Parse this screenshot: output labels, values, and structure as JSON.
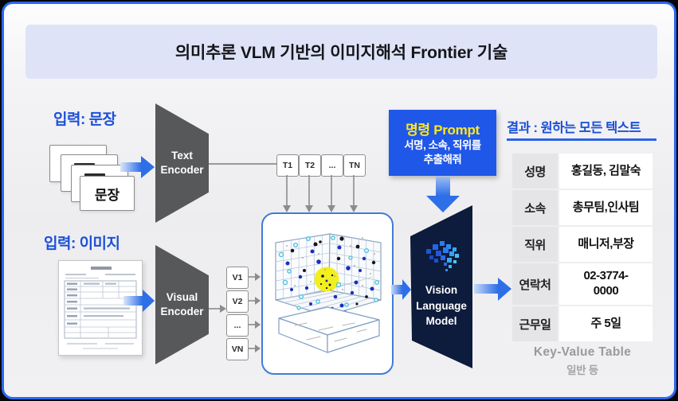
{
  "title": "의미추론 VLM 기반의 이미지해석 Frontier 기술",
  "text_branch": {
    "label": "입력: 문장",
    "card_label": "문장",
    "encoder": "Text Encoder",
    "tokens": [
      "T1",
      "T2",
      "...",
      "TN"
    ]
  },
  "image_branch": {
    "label": "입력: 이미지",
    "encoder": "Visual Encoder",
    "tokens": [
      "V1",
      "V2",
      "...",
      "VN"
    ]
  },
  "prompt": {
    "title": "명령 Prompt",
    "line1": "서명, 소속, 직위를",
    "line2": "추출해줘"
  },
  "vlm": {
    "line1": "Vision",
    "line2": "Language",
    "line3": "Model"
  },
  "result": {
    "heading": "결과 : 원하는 모든 텍스트",
    "rows": [
      {
        "key": "성명",
        "value": "홍길동, 김말숙"
      },
      {
        "key": "소속",
        "value": "총무팀,인사팀"
      },
      {
        "key": "직위",
        "value": "매니저,부장"
      },
      {
        "key": "연락처",
        "value": "02-3774-\n0000"
      },
      {
        "key": "근무일",
        "value": "주 5일"
      }
    ],
    "caption_line1": "Key-Value Table",
    "caption_line2": "일반 등"
  },
  "colors": {
    "accent_blue": "#1b50d8",
    "card_border_blue": "#2c67ef",
    "title_bar_bg": "#dee3f7",
    "prompt_bg": "#1f57e8",
    "prompt_title_yellow": "#ffe81a",
    "vlm_navy": "#0d1b3c",
    "encoder_gray": "#57585a",
    "highlight_yellow": "#f2ef1d"
  }
}
